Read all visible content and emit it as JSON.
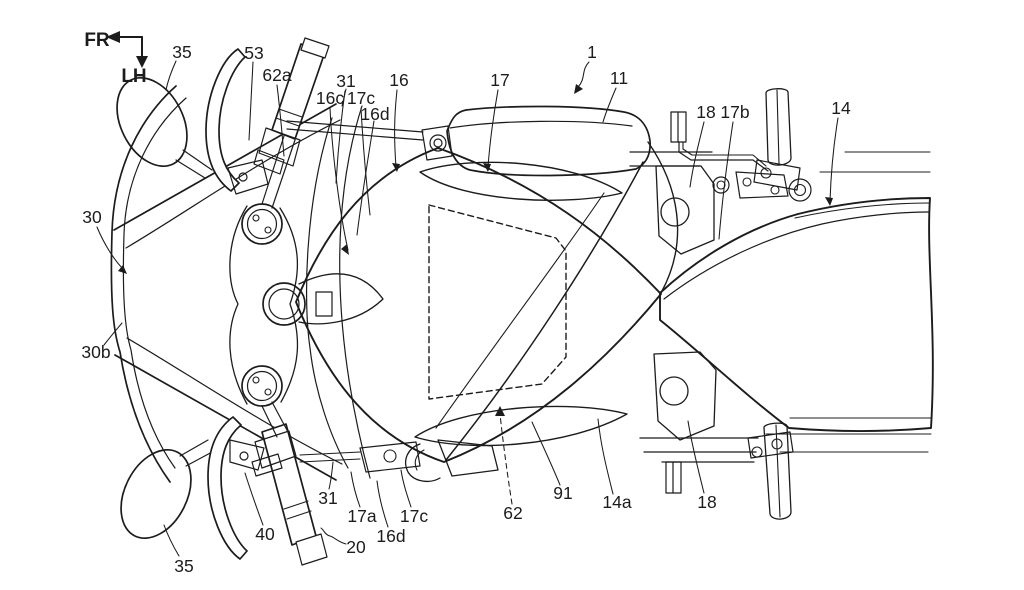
{
  "figure": {
    "description": "Patent-style line drawing: motorcycle viewed from above (top plan view) with reference numerals",
    "background_color": "#ffffff",
    "ink_color": "#1c1c1c"
  },
  "orientation": {
    "front_label": "FR",
    "left_label": "LH"
  },
  "labels": [
    {
      "id": "35-top",
      "text": "35"
    },
    {
      "id": "53",
      "text": "53"
    },
    {
      "id": "62a",
      "text": "62a"
    },
    {
      "id": "31-top",
      "text": "31"
    },
    {
      "id": "16c",
      "text": "16c"
    },
    {
      "id": "17c-top",
      "text": "17c"
    },
    {
      "id": "16d-top",
      "text": "16d"
    },
    {
      "id": "16",
      "text": "16"
    },
    {
      "id": "17",
      "text": "17"
    },
    {
      "id": "1",
      "text": "1"
    },
    {
      "id": "11",
      "text": "11"
    },
    {
      "id": "18-top",
      "text": "18"
    },
    {
      "id": "17b",
      "text": "17b"
    },
    {
      "id": "14",
      "text": "14"
    },
    {
      "id": "30",
      "text": "30"
    },
    {
      "id": "30b",
      "text": "30b"
    },
    {
      "id": "35-bottom",
      "text": "35"
    },
    {
      "id": "40",
      "text": "40"
    },
    {
      "id": "20",
      "text": "20"
    },
    {
      "id": "31-bottom",
      "text": "31"
    },
    {
      "id": "17a",
      "text": "17a"
    },
    {
      "id": "16d-bottom",
      "text": "16d"
    },
    {
      "id": "17c-bottom",
      "text": "17c"
    },
    {
      "id": "62",
      "text": "62"
    },
    {
      "id": "91",
      "text": "91"
    },
    {
      "id": "14a",
      "text": "14a"
    },
    {
      "id": "18-bottom",
      "text": "18"
    }
  ]
}
